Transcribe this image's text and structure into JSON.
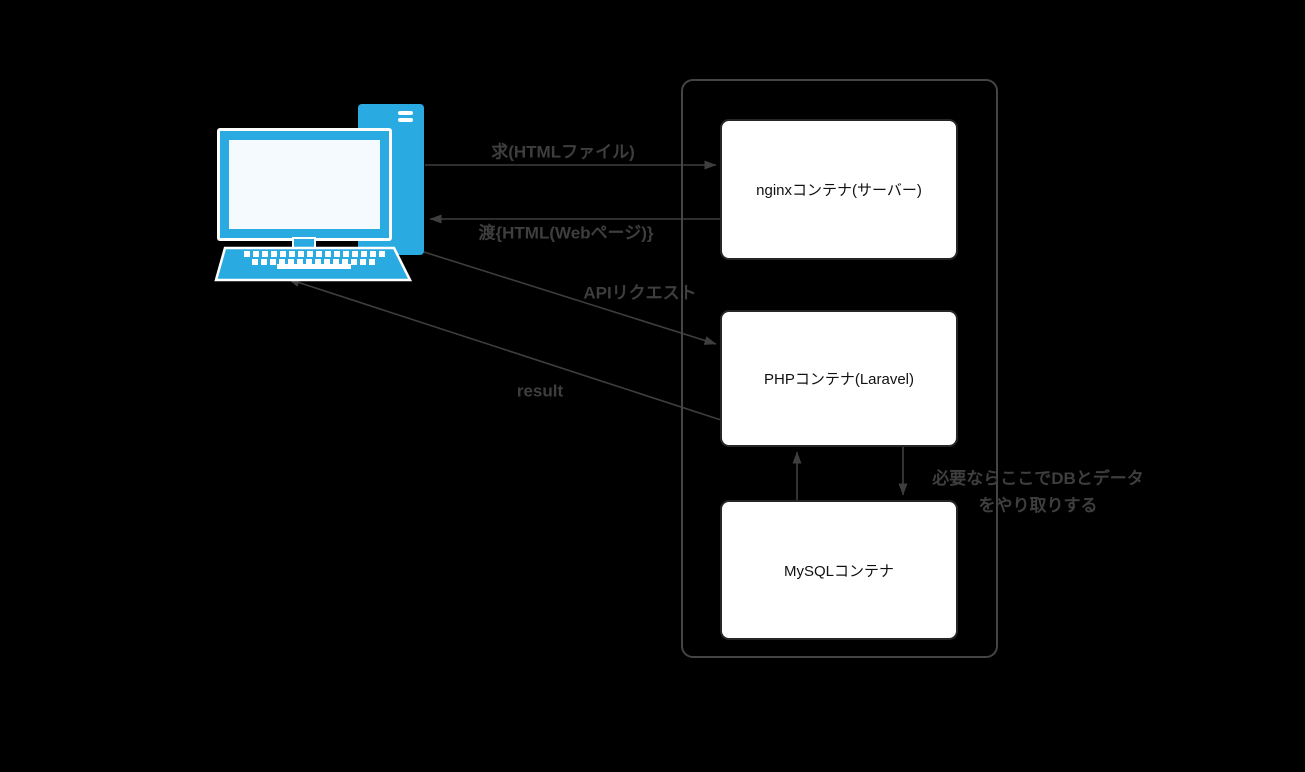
{
  "colors": {
    "background": "#000000",
    "client_blue": "#29ABE2",
    "screen_white": "#F4FAFD",
    "edge_gray": "#3E3E3E",
    "group_border": "#454545",
    "box_border": "#262626",
    "box_bg": "#FFFFFF",
    "box_text": "#111111"
  },
  "diagram": {
    "client": {
      "icon": "desktop-computer-icon"
    },
    "docker_group": {
      "boxes": [
        {
          "id": "nginx",
          "label": "nginxコンテナ(サーバー)"
        },
        {
          "id": "php",
          "label": "PHPコンテナ(Laravel)"
        },
        {
          "id": "mysql",
          "label": "MySQLコンテナ"
        }
      ]
    },
    "edges": [
      {
        "id": "request",
        "label": "求(HTMLファイル)",
        "from": "client",
        "to": "nginx"
      },
      {
        "id": "response",
        "label": "渡{HTML(Webページ)}",
        "from": "nginx",
        "to": "client"
      },
      {
        "id": "api-request",
        "label": "APIリクエスト",
        "from": "client",
        "to": "php"
      },
      {
        "id": "result",
        "label": "result",
        "from": "php",
        "to": "client"
      },
      {
        "id": "db-up",
        "label": "",
        "from": "mysql",
        "to": "php"
      },
      {
        "id": "db-down",
        "label": "",
        "from": "php",
        "to": "mysql"
      },
      {
        "id": "db-note",
        "label": "必要ならここでDBとデータ\nをやり取りする",
        "from": "php",
        "to": "mysql"
      }
    ]
  }
}
